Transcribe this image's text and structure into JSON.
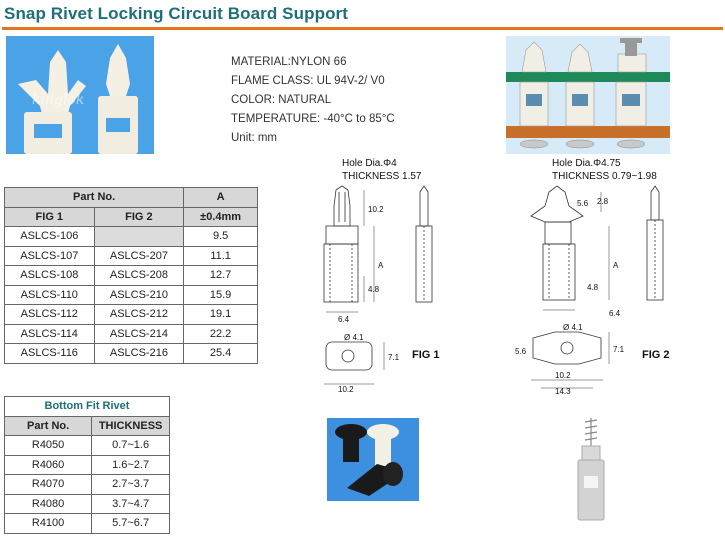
{
  "title": "Snap Rivet Locking Circuit Board Support",
  "watermark": "kinglok",
  "specs": [
    "MATERIAL:NYLON 66",
    "FLAME CLASS:  UL 94V-2/ V0",
    "COLOR:  NATURAL",
    "TEMPERATURE:  -40°C to 85°C",
    "Unit: mm"
  ],
  "fig1": {
    "hole": "Hole Dia.Φ4",
    "thickness": "THICKNESS 1.57",
    "label": "FIG 1",
    "dims": [
      "10.2",
      "A",
      "4.8",
      "6.4",
      "Ø 4.1",
      "7.1",
      "10.2"
    ]
  },
  "fig2": {
    "hole": "Hole Dia.Φ4.75",
    "thickness": "THICKNESS 0.79~1.98",
    "label": "FIG 2",
    "dims": [
      "5.6",
      "2.8",
      "A",
      "4.8",
      "6.4",
      "Ø 4.1",
      "5.6",
      "7.1",
      "10.2",
      "14.3"
    ]
  },
  "table1": {
    "group_header": "Part No.",
    "a_header": "A",
    "sub_headers": [
      "FIG 1",
      "FIG 2",
      "±0.4mm"
    ],
    "rows": [
      [
        "ASLCS-106",
        "",
        "9.5"
      ],
      [
        "ASLCS-107",
        "ASLCS-207",
        "11.1"
      ],
      [
        "ASLCS-108",
        "ASLCS-208",
        "12.7"
      ],
      [
        "ASLCS-110",
        "ASLCS-210",
        "15.9"
      ],
      [
        "ASLCS-112",
        "ASLCS-212",
        "19.1"
      ],
      [
        "ASLCS-114",
        "ASLCS-214",
        "22.2"
      ],
      [
        "ASLCS-116",
        "ASLCS-216",
        "25.4"
      ]
    ]
  },
  "table2": {
    "caption": "Bottom Fit Rivet",
    "headers": [
      "Part No.",
      "THICKNESS"
    ],
    "rows": [
      [
        "R4050",
        "0.7~1.6"
      ],
      [
        "R4060",
        "1.6~2.7"
      ],
      [
        "R4070",
        "2.7~3.7"
      ],
      [
        "R4080",
        "3.7~4.7"
      ],
      [
        "R4100",
        "5.7~6.7"
      ]
    ]
  },
  "colors": {
    "title": "#1d6f7a",
    "rule": "#e8731d",
    "photo_blue": "#4aa3e6",
    "board_green": "#1e8a5a",
    "board_orange": "#c8702a",
    "nylon": "#f4f0e4"
  }
}
